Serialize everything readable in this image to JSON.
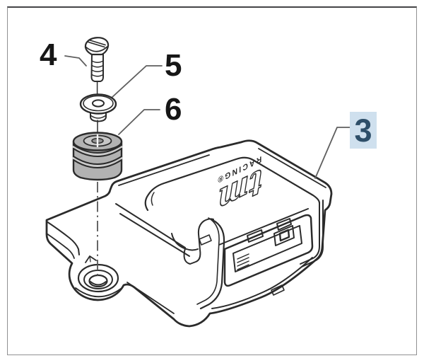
{
  "diagram": {
    "kind": "exploded-parts-view",
    "logo": {
      "brand": "tm",
      "subbrand": "RACING®"
    },
    "callouts": {
      "part3": {
        "id": "3",
        "highlighted": true
      },
      "part4": {
        "id": "4",
        "highlighted": false
      },
      "part5": {
        "id": "5",
        "highlighted": false
      },
      "part6": {
        "id": "6",
        "highlighted": false
      }
    },
    "colors": {
      "outline": "#2b2b2b",
      "leader": "#5f5f5f",
      "centerline": "#565656",
      "grommet_fill": "#b2b2b2",
      "grommet_ring": "#c6c6c6",
      "grommet_hole": "#8f8f8f",
      "highlight_bg": "#cfe0ee",
      "highlight_text": "#2e4f69",
      "frame_top": "#454547",
      "frame_side": "#909092"
    }
  }
}
